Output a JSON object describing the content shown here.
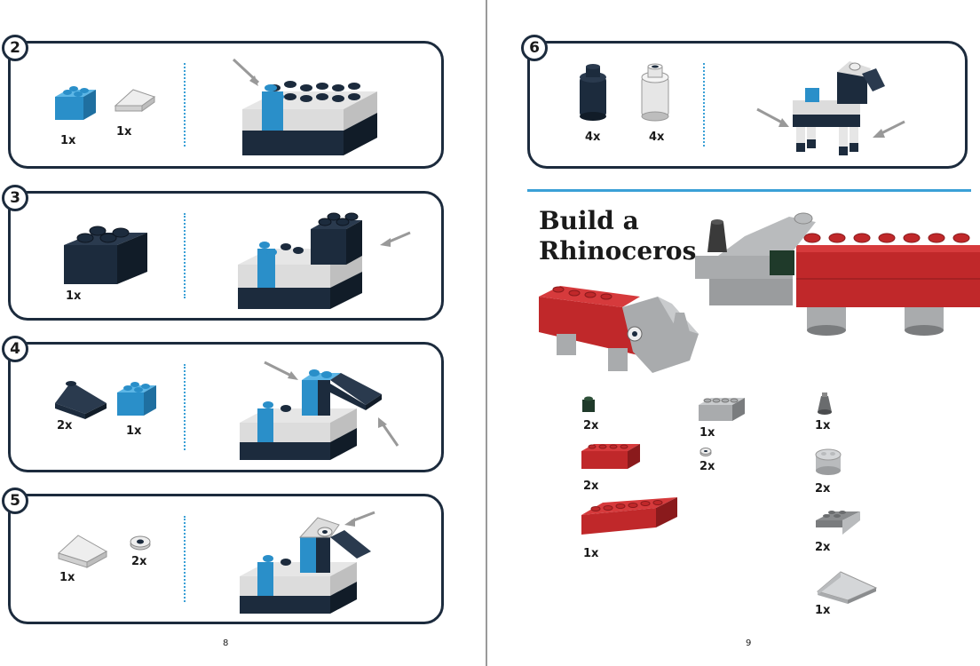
{
  "left_page": {
    "page_number": "8",
    "steps": [
      {
        "number": "2",
        "parts": [
          {
            "qty": "1x",
            "icon": "blue-2x2-brick-icon"
          },
          {
            "qty": "1x",
            "icon": "white-slope-icon"
          }
        ]
      },
      {
        "number": "3",
        "parts": [
          {
            "qty": "1x",
            "icon": "dark-2x2-brick-icon"
          }
        ]
      },
      {
        "number": "4",
        "parts": [
          {
            "qty": "2x",
            "icon": "dark-slope-icon"
          },
          {
            "qty": "1x",
            "icon": "blue-2x2-brick-icon"
          }
        ]
      },
      {
        "number": "5",
        "parts": [
          {
            "qty": "1x",
            "icon": "white-slope-icon"
          },
          {
            "qty": "2x",
            "icon": "white-round-plate-icon"
          }
        ]
      }
    ]
  },
  "right_page": {
    "page_number": "9",
    "step6": {
      "number": "6",
      "parts": [
        {
          "qty": "4x",
          "icon": "dark-round-brick-icon"
        },
        {
          "qty": "4x",
          "icon": "white-round-brick-icon"
        }
      ]
    },
    "title_line1": "Build a",
    "title_line2": "Rhinoceros",
    "parts_list": [
      {
        "qty": "2x",
        "icon": "green-1x1-brick-icon"
      },
      {
        "qty": "2x",
        "icon": "red-2x4-brick-icon"
      },
      {
        "qty": "1x",
        "icon": "red-2x6-brick-icon"
      },
      {
        "qty": "1x",
        "icon": "gray-2x4-brick-icon"
      },
      {
        "qty": "2x",
        "icon": "white-round-plate-icon"
      },
      {
        "qty": "1x",
        "icon": "gray-cone-icon"
      },
      {
        "qty": "2x",
        "icon": "gray-round-brick-icon"
      },
      {
        "qty": "2x",
        "icon": "gray-slope-icon"
      },
      {
        "qty": "1x",
        "icon": "gray-large-slope-icon"
      }
    ]
  },
  "colors": {
    "frame": "#1c2b3d",
    "accent_blue": "#2a8fc9",
    "dark_brick": "#1c2b3d",
    "red_brick": "#c0282a",
    "gray_brick": "#a9abad"
  }
}
